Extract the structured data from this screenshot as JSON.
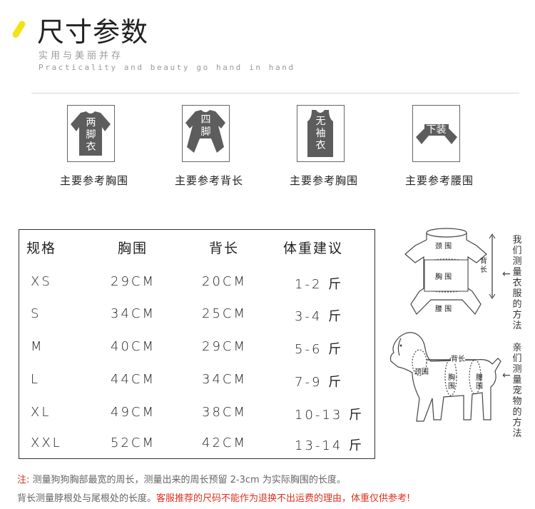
{
  "header": {
    "title": "尺寸参数",
    "subtitle_cn": "实用与美丽并存",
    "subtitle_en": "Practicality and beauty go hand in hand"
  },
  "garments": [
    {
      "icon": "two-leg-shirt-icon",
      "text": [
        "两",
        "脚",
        "衣"
      ],
      "label": "主要参考胸围"
    },
    {
      "icon": "four-leg-suit-icon",
      "text": [
        "四",
        "脚",
        "衣"
      ],
      "label": "主要参考背长"
    },
    {
      "icon": "sleeveless-vest-icon",
      "text": [
        "无",
        "袖",
        "衣"
      ],
      "label": "主要参考胸围"
    },
    {
      "icon": "pants-icon",
      "text": [
        "下装"
      ],
      "label": "主要参考腰围"
    }
  ],
  "size_table": {
    "headers": [
      "规格",
      "胸围",
      "背长",
      "体重建议"
    ],
    "rows": [
      [
        "XS",
        "29CM",
        "20CM",
        "1-2 斤"
      ],
      [
        "S",
        "34CM",
        "25CM",
        "3-4 斤"
      ],
      [
        "M",
        "40CM",
        "29CM",
        "5-6 斤"
      ],
      [
        "L",
        "44CM",
        "34CM",
        "7-9 斤"
      ],
      [
        "XL",
        "49CM",
        "38CM",
        "10-13 斤"
      ],
      [
        "XXL",
        "52CM",
        "42CM",
        "13-14 斤"
      ]
    ]
  },
  "clothing_diagram": {
    "neck": "颈 围",
    "chest": "胸 围",
    "waist": "腰 围",
    "back": "背长",
    "side_text": "我们测量衣服的方法"
  },
  "dog_diagram": {
    "neck": "颈围",
    "chest": "胸围",
    "waist": "腰围",
    "back": "背长",
    "side_text": "亲们测量宠物的方法"
  },
  "notes": {
    "line1_prefix": "注:",
    "line1": "测量狗狗胸部最宽的周长，测量出来的周长预留 2-3cm 为实际胸围的长度。",
    "line2": "背长测量脖根处与尾根处的长度。",
    "line2_red": "客服推荐的尺码不能作为退换不出运费的理由，体重仅供参考!"
  },
  "colors": {
    "accent": "#f3e215",
    "icon_fill": "#5d5d5d",
    "warning": "#e0301e"
  }
}
